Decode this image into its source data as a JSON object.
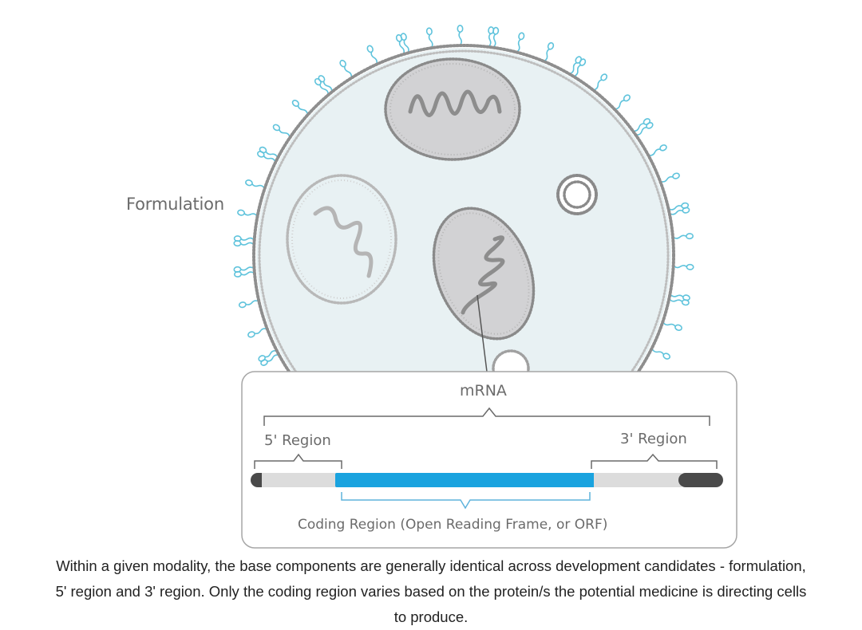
{
  "diagram": {
    "formulation_label": "Formulation",
    "mrna_label": "mRNA",
    "five_prime_label": "5' Region",
    "three_prime_label": "3' Region",
    "coding_label": "Coding Region (Open Reading Frame, or ORF)"
  },
  "caption": {
    "line1": "Within a given modality, the base components are generally identical across development candidates - formulation,",
    "line2": "5' region and 3' region. Only the coding region varies based on the protein/s the potential medicine is directing cells",
    "line3": "to produce."
  },
  "colors": {
    "particle_fill": "#e8f1f3",
    "membrane": "#9a9a9a",
    "antibody": "#5fc3dc",
    "vesicle_fill": "#d2d2d4",
    "coding_blue": "#1aa3df",
    "utr_gray": "#dcdcdc",
    "cap_dark": "#4a4a4a",
    "text_gray": "#6b6b6b"
  }
}
